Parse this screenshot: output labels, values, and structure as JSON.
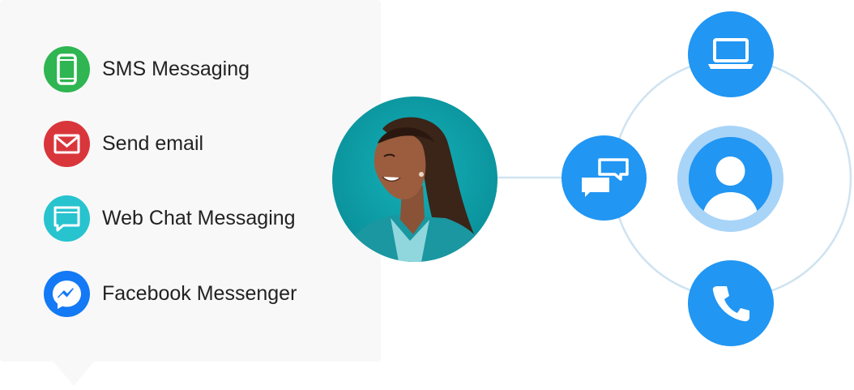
{
  "channels": [
    {
      "label": "SMS Messaging",
      "icon": "mobile-phone-icon",
      "color": "#2fb551"
    },
    {
      "label": "Send email",
      "icon": "envelope-icon",
      "color": "#d9363c"
    },
    {
      "label": "Web Chat Messaging",
      "icon": "chat-window-icon",
      "color": "#27c3cf"
    },
    {
      "label": "Facebook Messenger",
      "icon": "messenger-icon",
      "color": "#1379f5"
    }
  ],
  "diagram": {
    "node_color": "#2196f3",
    "ring_color": "#cfe3f1",
    "center_halo_color": "#a8d4f8",
    "nodes": [
      "laptop-icon",
      "chat-bubbles-icon",
      "user-profile-icon",
      "phone-icon"
    ]
  }
}
